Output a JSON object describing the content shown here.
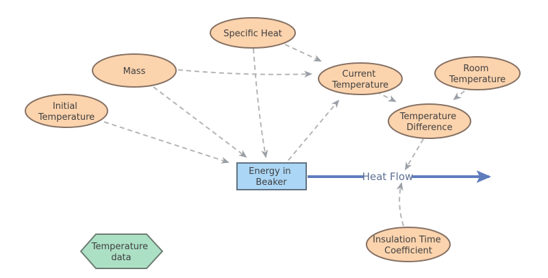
{
  "diagram": {
    "type": "stock-and-flow-model",
    "nodes": {
      "specific_heat": {
        "line1": "Specific Heat"
      },
      "mass": {
        "line1": "Mass"
      },
      "initial_temperature": {
        "line1": "Initial",
        "line2": "Temperature"
      },
      "current_temperature": {
        "line1": "Current",
        "line2": "Temperature"
      },
      "room_temperature": {
        "line1": "Room",
        "line2": "Temperature"
      },
      "temperature_difference": {
        "line1": "Temperature",
        "line2": "Difference"
      },
      "energy_in_beaker": {
        "line1": "Energy in",
        "line2": "Beaker"
      },
      "insulation_time_coefficient": {
        "line1": "Insulation Time",
        "line2": "Coefficient"
      },
      "temperature_data": {
        "line1": "Temperature",
        "line2": "data"
      }
    },
    "flow": {
      "label": "Heat Flow"
    },
    "connections": [
      {
        "from": "Initial Temperature",
        "to": "Energy in Beaker",
        "style": "dashed"
      },
      {
        "from": "Mass",
        "to": "Energy in Beaker",
        "style": "dashed"
      },
      {
        "from": "Specific Heat",
        "to": "Energy in Beaker",
        "style": "dashed"
      },
      {
        "from": "Specific Heat",
        "to": "Current Temperature",
        "style": "dashed"
      },
      {
        "from": "Mass",
        "to": "Current Temperature",
        "style": "dashed"
      },
      {
        "from": "Energy in Beaker",
        "to": "Current Temperature",
        "style": "dashed"
      },
      {
        "from": "Current Temperature",
        "to": "Temperature Difference",
        "style": "dashed"
      },
      {
        "from": "Room Temperature",
        "to": "Temperature Difference",
        "style": "dashed"
      },
      {
        "from": "Temperature Difference",
        "to": "Heat Flow",
        "style": "dashed"
      },
      {
        "from": "Insulation Time Coefficient",
        "to": "Heat Flow",
        "style": "dashed"
      },
      {
        "from": "Energy in Beaker",
        "to": "out",
        "style": "solid-flow",
        "label": "Heat Flow"
      }
    ],
    "colors": {
      "variable_fill": "#fbd3ad",
      "variable_stroke": "#857062",
      "stock_fill": "#abd6f5",
      "stock_stroke": "#5f7181",
      "data_fill": "#ace0c5",
      "data_stroke": "#6b7c72",
      "connector": "#b4b4b4",
      "arrowhead": "#9a9fa5",
      "flow_line": "#5e7dbd",
      "flow_label_text": "#5d6f94",
      "node_text": "#3f3f3f"
    }
  }
}
